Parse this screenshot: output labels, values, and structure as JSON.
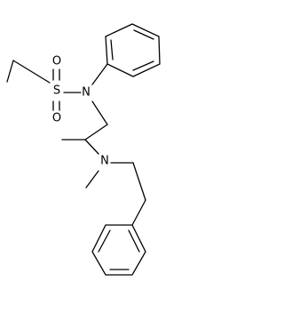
{
  "molecule": {
    "atoms": {
      "sulfur": "S",
      "oxygen_top": "O",
      "oxygen_bottom": "O",
      "nitrogen_sulfonamide": "N",
      "nitrogen_amine": "N"
    },
    "colors": {
      "bond": "#000000",
      "label": "#000000",
      "background": "#ffffff"
    }
  }
}
